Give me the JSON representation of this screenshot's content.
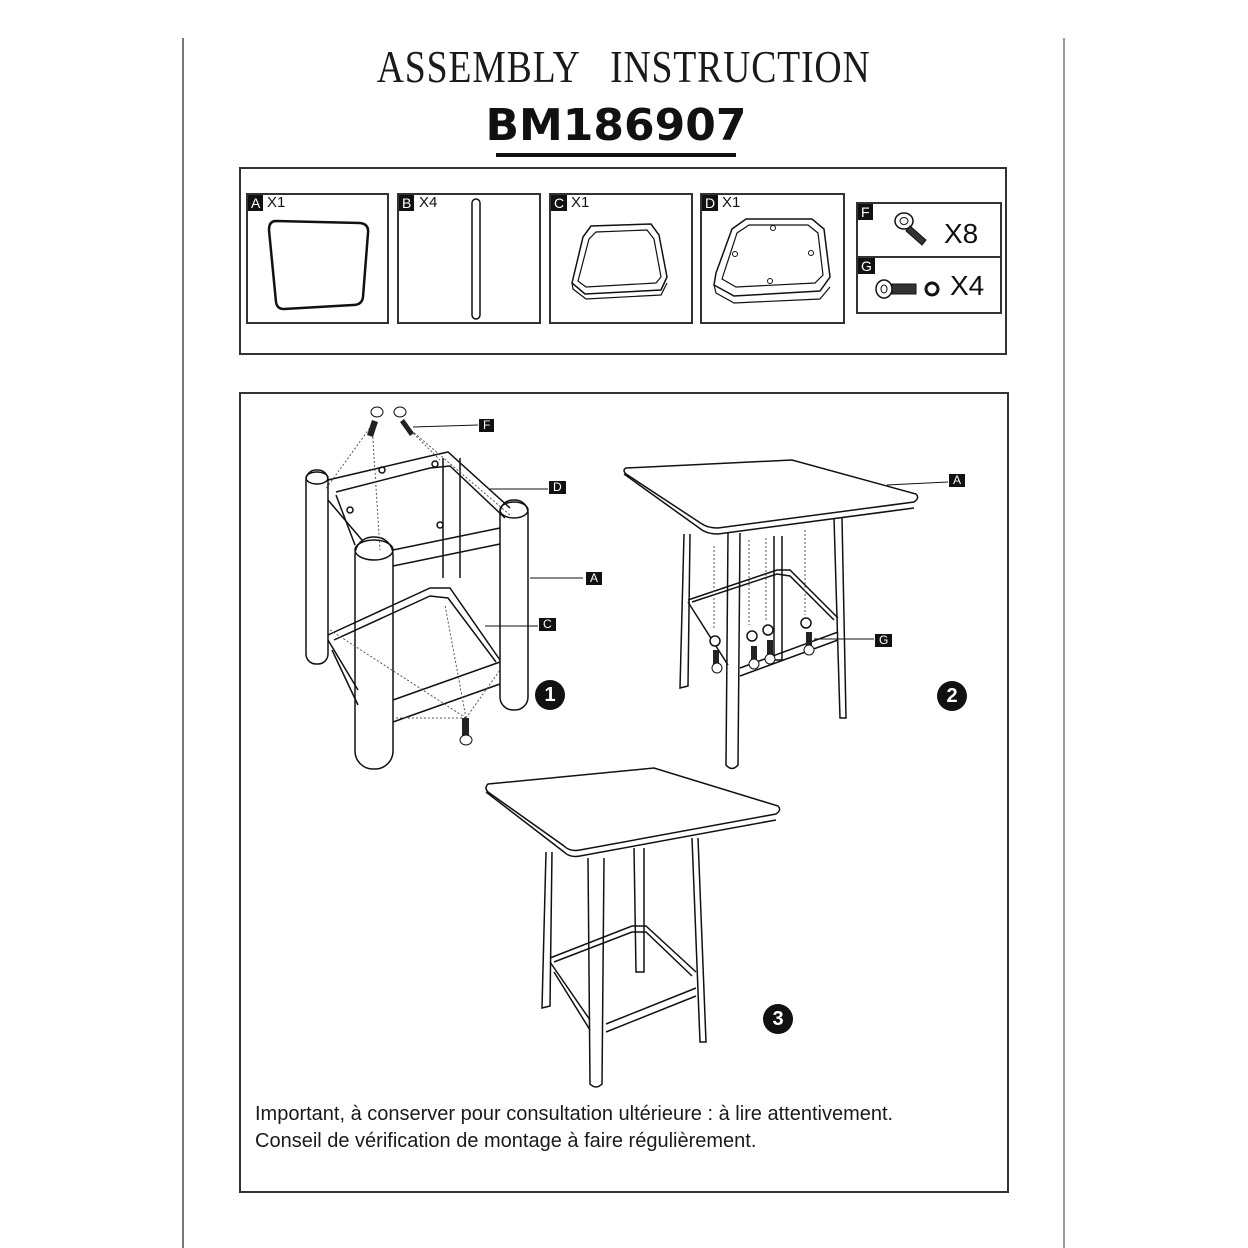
{
  "header": {
    "title": "ASSEMBLY   INSTRUCTION",
    "model_number": "BM186907"
  },
  "parts": [
    {
      "id": "A",
      "quantity": "X1",
      "name": "tabletop"
    },
    {
      "id": "B",
      "quantity": "X4",
      "name": "leg"
    },
    {
      "id": "C",
      "quantity": "X1",
      "name": "lower-frame"
    },
    {
      "id": "D",
      "quantity": "X1",
      "name": "upper-frame"
    },
    {
      "id": "F",
      "quantity": "X8",
      "name": "bolt"
    },
    {
      "id": "G",
      "quantity": "X4",
      "name": "bolt-and-washer"
    }
  ],
  "steps": [
    {
      "number": "1",
      "callouts": [
        "F",
        "D",
        "A",
        "C"
      ]
    },
    {
      "number": "2",
      "callouts": [
        "A",
        "G"
      ]
    },
    {
      "number": "3",
      "callouts": []
    }
  ],
  "notes": [
    "Important, à conserver pour consultation ultérieure : à lire attentivement.",
    "Conseil de vérification de montage à faire régulièrement."
  ]
}
